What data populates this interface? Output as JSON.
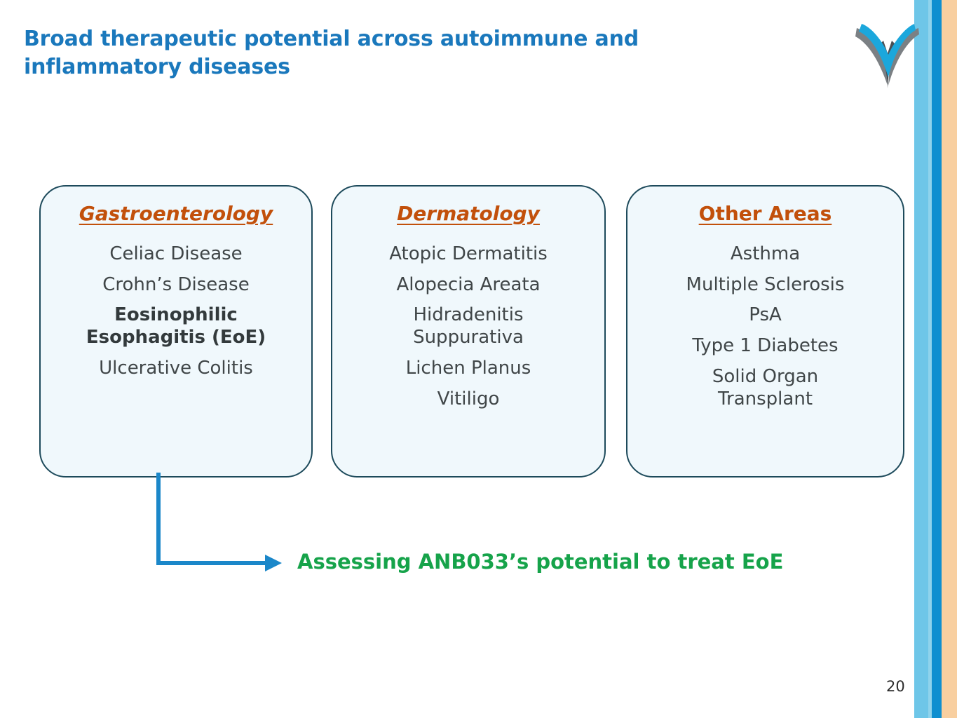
{
  "slide": {
    "title": "Broad therapeutic potential across autoimmune and inflammatory diseases",
    "page_number": "20",
    "colors": {
      "title_blue": "#1A78BC",
      "header_orange": "#C2500B",
      "body_gray": "#404648",
      "card_border": "#1D4A5B",
      "card_fill": "#F0F8FC",
      "arrow_blue": "#1B87C9",
      "callout_green": "#16A34A",
      "stripe_light_blue": "#6EC6E8",
      "stripe_deep_blue": "#0E8FD0",
      "stripe_peach": "#F8CFA0",
      "logo_cyan": "#1BA7DC",
      "logo_gray": "#7B8084",
      "logo_dark": "#4A4F54"
    }
  },
  "logo": {
    "name": "antibody-y-logo"
  },
  "cards": [
    {
      "header": "Gastroenterology",
      "header_style": "bold-italic-underline",
      "items": [
        {
          "label": "Celiac Disease",
          "emphasis": false
        },
        {
          "label": "Crohn’s Disease",
          "emphasis": false
        },
        {
          "label": "Eosinophilic Esophagitis (EoE)",
          "emphasis": true
        },
        {
          "label": "Ulcerative Colitis",
          "emphasis": false
        }
      ]
    },
    {
      "header": "Dermatology",
      "header_style": "bold-italic-underline",
      "items": [
        {
          "label": "Atopic Dermatitis",
          "emphasis": false
        },
        {
          "label": "Alopecia Areata",
          "emphasis": false
        },
        {
          "label": "Hidradenitis Suppurativa",
          "emphasis": false
        },
        {
          "label": "Lichen Planus",
          "emphasis": false
        },
        {
          "label": "Vitiligo",
          "emphasis": false
        }
      ]
    },
    {
      "header": "Other Areas",
      "header_style": "bold-underline",
      "items": [
        {
          "label": "Asthma",
          "emphasis": false
        },
        {
          "label": "Multiple Sclerosis",
          "emphasis": false
        },
        {
          "label": "PsA",
          "emphasis": false
        },
        {
          "label": "Type 1 Diabetes",
          "emphasis": false
        },
        {
          "label": "Solid Organ Transplant",
          "emphasis": false
        }
      ]
    }
  ],
  "callout": {
    "text": "Assessing ANB033’s potential to treat EoE",
    "arrow_name": "elbow-arrow-from-gastroenterology"
  }
}
